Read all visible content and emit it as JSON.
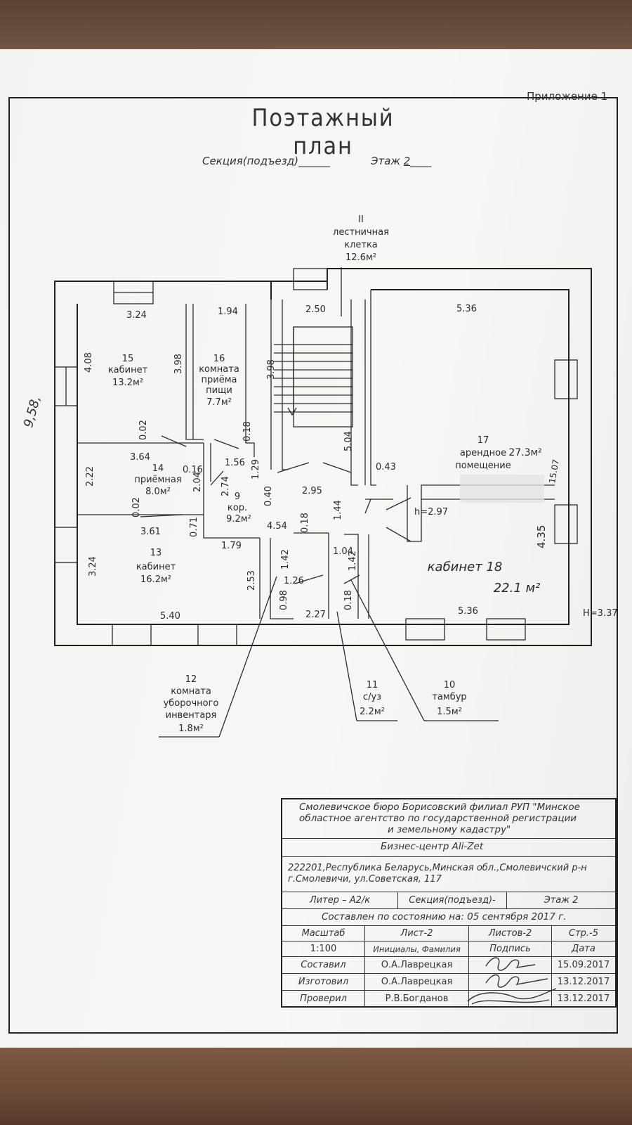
{
  "header": {
    "appendix": "Приложение 1",
    "title": "Поэтажный план",
    "section_label": "Секция(подъезд)",
    "floor_label": "Этаж",
    "floor_value": "2"
  },
  "side_annotation": "9,58,",
  "rooms": [
    {
      "no": "15",
      "name": "кабинет",
      "area": "13.2м²"
    },
    {
      "no": "16",
      "name_l1": "комната",
      "name_l2": "приёма",
      "name_l3": "пищи",
      "area": "7.7м²"
    },
    {
      "no": "14",
      "name": "приёмная",
      "area": "8.0м²"
    },
    {
      "no": "9",
      "name": "кор.",
      "area": "9.2м²"
    },
    {
      "no": "13",
      "name": "кабинет",
      "area": "16.2м²"
    },
    {
      "no": "17",
      "name_l1": "арендное",
      "name_l2": "помещение",
      "area": "27.3м²"
    },
    {
      "no": "18",
      "name": "кабинет 18",
      "area": "22.1 м²"
    },
    {
      "no": "II",
      "name_l1": "лестничная",
      "name_l2": "клетка",
      "area": "12.6м²"
    },
    {
      "no": "12",
      "name_l1": "комната",
      "name_l2": "уборочного",
      "name_l3": "инвентаря",
      "area": "1.8м²"
    },
    {
      "no": "11",
      "name": "с/уз",
      "area": "2.2м²"
    },
    {
      "no": "10",
      "name": "тамбур",
      "area": "1.5м²"
    }
  ],
  "dimensions": [
    "3.24",
    "1.94",
    "2.50",
    "5.36",
    "4.08",
    "3.98",
    "3.98",
    "0.02",
    "0.18",
    "5.04",
    "3.64",
    "0.16",
    "1.56",
    "1.29",
    "0.43",
    "2.22",
    "2.04",
    "2.74",
    "2.95",
    "1.44",
    "0.40",
    "0.02",
    "3.61",
    "0.71",
    "4.54",
    "0.18",
    "h=2.97",
    "4.35",
    "1.79",
    "1.04",
    "1.42",
    "1.42",
    "3.24",
    "2.53",
    "1.26",
    "0.98",
    "0.18",
    "5.40",
    "2.27",
    "5.36",
    "H=3.37",
    "15.07"
  ],
  "title_block": {
    "org_l1": "Смолевичское бюро Борисовский филиал РУП \"Минское",
    "org_l2": "областное агентство по государственной регистрации",
    "org_l3": "и земельному кадастру\"",
    "object": "Бизнес-центр Ali-Zet",
    "address_l1": "222201,Республика Беларусь,Минская обл.,Смолевичский р-н",
    "address_l2": "г.Смолевичи, ул.Советская, 117",
    "liter": "Литер – А2/к",
    "section": "Секция(подъезд)-",
    "floor": "Этаж 2",
    "state": "Составлен по состоянию на: 05 сентября 2017 г.",
    "h_scale": "Масштаб",
    "h_sheet": "Лист-2",
    "h_sheets": "Листов-2",
    "h_page": "Стр.-5",
    "scale": "1:100",
    "col_name": "Инициалы, Фамилия",
    "col_sign": "Подпись",
    "col_date": "Дата",
    "rows": [
      {
        "role": "Составил",
        "name": "О.А.Лаврецкая",
        "date": "15.09.2017"
      },
      {
        "role": "Изготовил",
        "name": "О.А.Лаврецкая",
        "date": "13.12.2017"
      },
      {
        "role": "Проверил",
        "name": "Р.В.Богданов",
        "date": "13.12.2017"
      }
    ]
  }
}
